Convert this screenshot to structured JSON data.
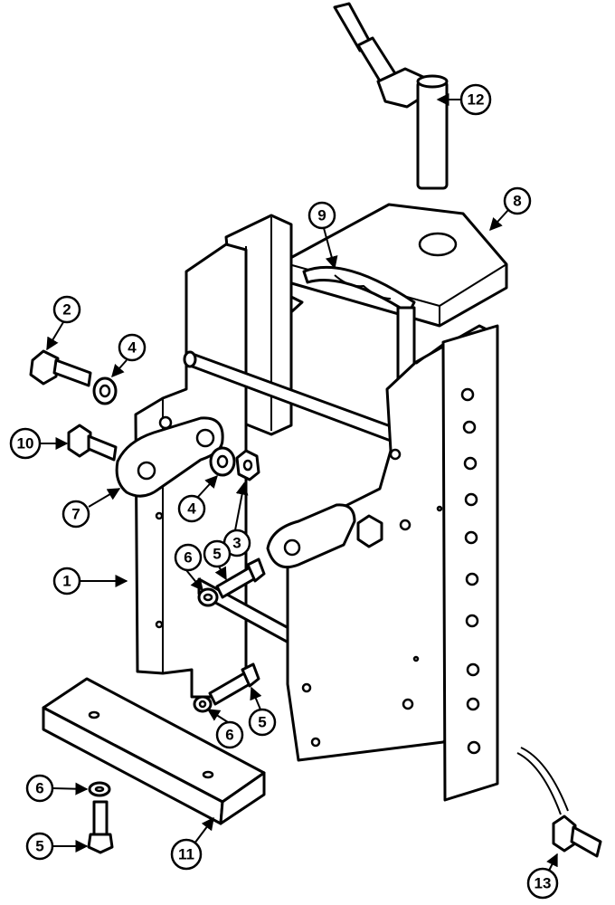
{
  "callouts": [
    {
      "label": "1"
    },
    {
      "label": "2"
    },
    {
      "label": "3"
    },
    {
      "label": "4"
    },
    {
      "label": "4"
    },
    {
      "label": "5"
    },
    {
      "label": "5"
    },
    {
      "label": "5"
    },
    {
      "label": "6"
    },
    {
      "label": "6"
    },
    {
      "label": "6"
    },
    {
      "label": "7"
    },
    {
      "label": "8"
    },
    {
      "label": "9"
    },
    {
      "label": "10"
    },
    {
      "label": "11"
    },
    {
      "label": "12"
    },
    {
      "label": "13"
    }
  ]
}
